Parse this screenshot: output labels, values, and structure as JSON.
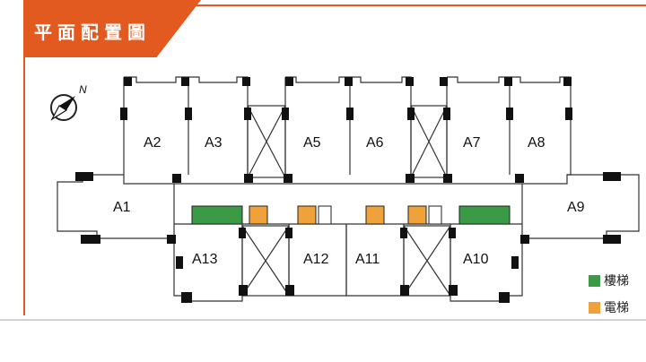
{
  "title": "平面配置圖",
  "compass": {
    "letter": "N"
  },
  "units": [
    "A1",
    "A2",
    "A3",
    "A5",
    "A6",
    "A7",
    "A8",
    "A9",
    "A10",
    "A11",
    "A12",
    "A13"
  ],
  "legend": {
    "stair_label": "樓梯",
    "elevator_label": "電梯",
    "stair_color": "#3a9a46",
    "elevator_color": "#f0a23a"
  },
  "colors": {
    "accent": "#e35a21",
    "wall": "#111111",
    "line": "#333333"
  }
}
